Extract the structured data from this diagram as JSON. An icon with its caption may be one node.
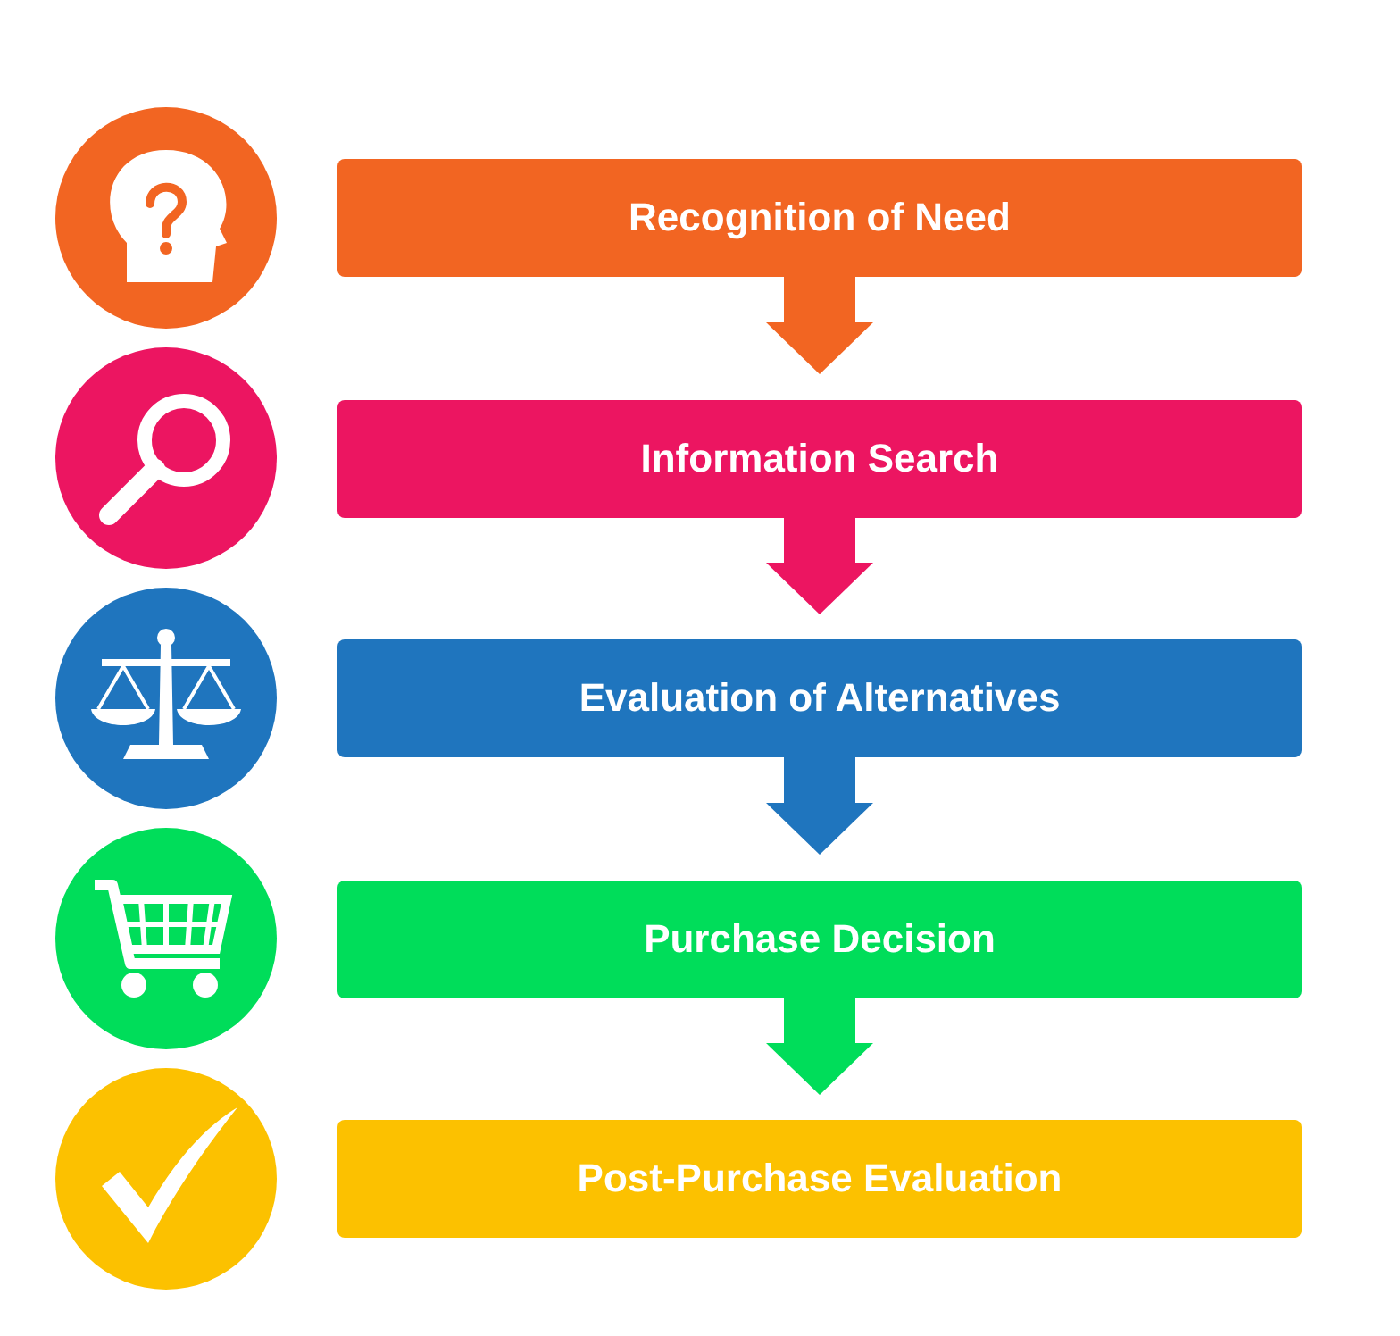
{
  "diagram": {
    "nodes": [
      {
        "text": [
          "Recognition of Need"
        ]
      },
      {
        "text": [
          "Information Search"
        ]
      },
      {
        "text": [
          "Evaluation of Alternatives"
        ]
      },
      {
        "text": [
          "Purchase Decision"
        ]
      },
      {
        "text": [
          "Post-Purchase Evaluation"
        ]
      }
    ],
    "edges": [
      {
        "from": 0,
        "to": 1,
        "arrow": "to",
        "color": "#f26522"
      },
      {
        "from": 1,
        "to": 2,
        "arrow": "to",
        "color": "#ec1561"
      },
      {
        "from": 2,
        "to": 3,
        "arrow": "to",
        "color": "#1f75be"
      },
      {
        "from": 3,
        "to": 4,
        "arrow": "to",
        "color": "#00dd5a"
      }
    ]
  }
}
